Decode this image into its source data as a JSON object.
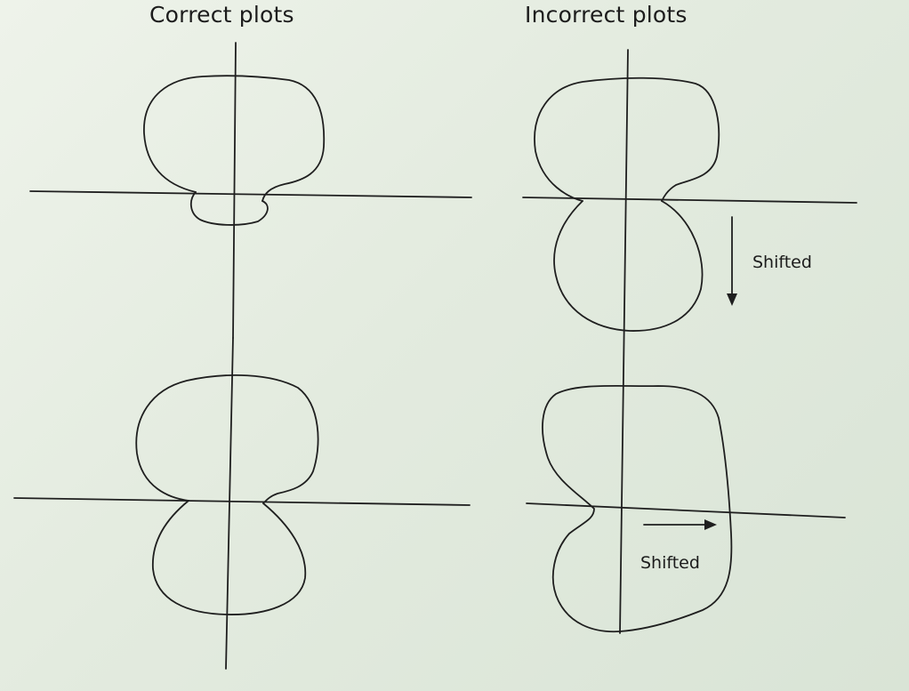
{
  "headings": {
    "correct": "Correct plots",
    "incorrect": "Incorrect plots"
  },
  "annotations": {
    "shifted_top": "Shifted",
    "shifted_bottom": "Shifted"
  }
}
